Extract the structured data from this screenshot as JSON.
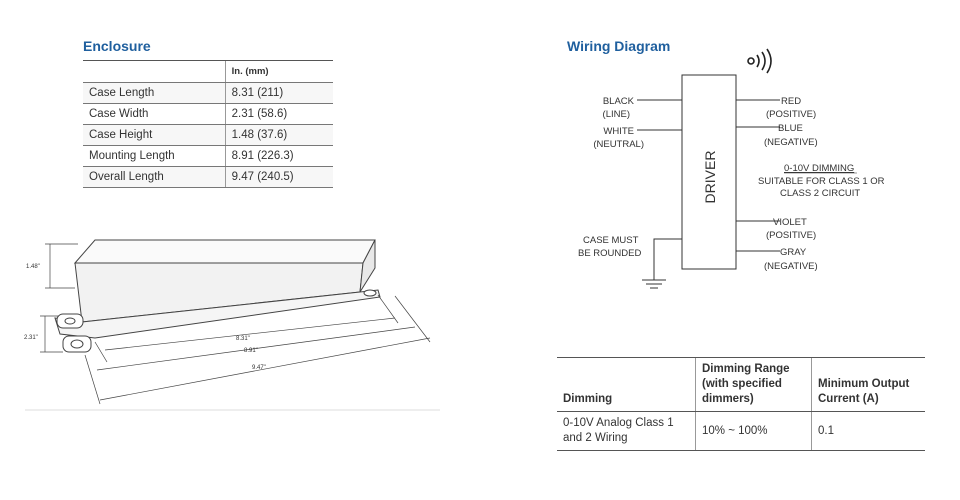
{
  "enclosure": {
    "title": "Enclosure",
    "unit_header": "In. (mm)",
    "rows": [
      {
        "label": "Case Length",
        "value": "8.31 (211)"
      },
      {
        "label": "Case Width",
        "value": "2.31 (58.6)"
      },
      {
        "label": "Case Height",
        "value": "1.48 (37.6)"
      },
      {
        "label": "Mounting Length",
        "value": "8.91 (226.3)"
      },
      {
        "label": "Overall Length",
        "value": "9.47 (240.5)"
      }
    ]
  },
  "drawing": {
    "height_label": "1.48\"",
    "width_label": "2.31\"",
    "case_length_label": "8.31\"",
    "mounting_length_label": "8.91\"",
    "overall_length_label": "9.47\""
  },
  "wiring": {
    "title": "Wiring Diagram",
    "driver_label": "DRIVER",
    "black_1": "BLACK",
    "black_2": "(LINE)",
    "white_1": "WHITE",
    "white_2": "(NEUTRAL)",
    "red_1": "RED",
    "red_2": "(POSITIVE)",
    "blue_1": "BLUE",
    "blue_2": "(NEGATIVE)",
    "dimming_1": "0-10V DIMMING",
    "dimming_2": "SUITABLE FOR CLASS 1 OR",
    "dimming_3": "CLASS 2 CIRCUIT",
    "violet_1": "VIOLET",
    "violet_2": "(POSITIVE)",
    "gray_1": "GRAY",
    "gray_2": "(NEGATIVE)",
    "case_1": "CASE MUST",
    "case_2": "BE ROUNDED"
  },
  "dimming_table": {
    "headers": {
      "c1": "Dimming",
      "c2_1": "Dimming Range",
      "c2_2": "(with specified",
      "c2_3": "dimmers)",
      "c3_1": "Minimum Output",
      "c3_2": "Current (A)"
    },
    "row": {
      "c1_1": "0-10V Analog Class 1",
      "c1_2": "and 2 Wiring",
      "c2": "10% ~ 100%",
      "c3": "0.1"
    }
  }
}
